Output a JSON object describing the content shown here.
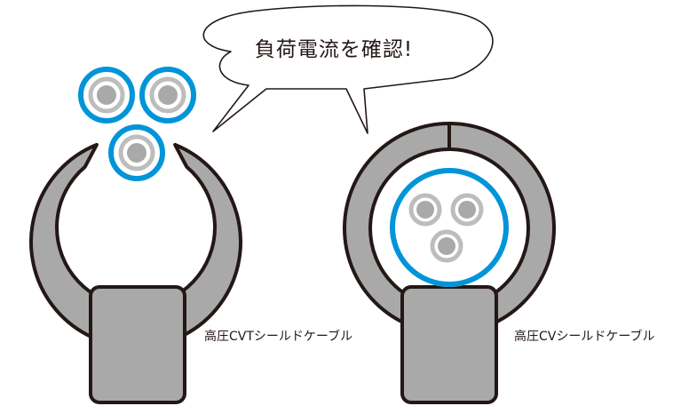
{
  "speech_bubble": {
    "text": "負荷電流を確認!"
  },
  "left_diagram": {
    "label": "高圧CVTシールドケーブル",
    "cable_conductors": 3
  },
  "right_diagram": {
    "label": "高圧CVシールドケーブル",
    "cable_conductors": 3
  },
  "colors": {
    "clamp_fill": "#a9a9a9",
    "outline": "#231815",
    "cable_ring": "#0094d8",
    "conductor_ring": "#bdbdbd",
    "conductor_core": "#a9a9a9",
    "background": "#ffffff"
  },
  "icons": [
    "clamp-meter-icon",
    "cable-icon"
  ]
}
